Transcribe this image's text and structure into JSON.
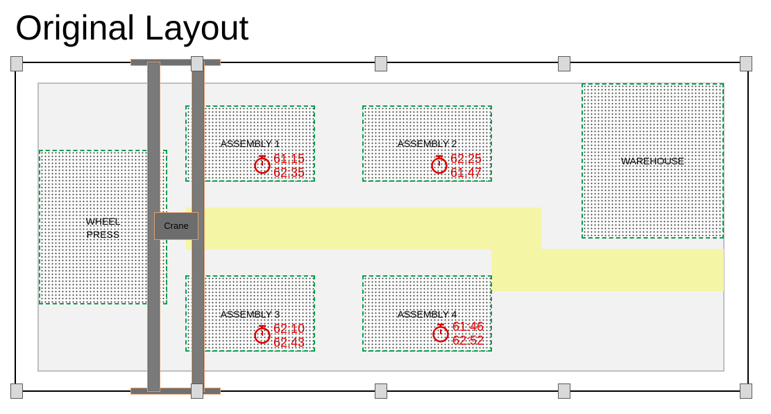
{
  "title": "Original Layout",
  "colors": {
    "zone_border": "#00a04a",
    "timer": "#e00000",
    "path": "#f5f5a6",
    "floor": "#f2f2f2",
    "rail": "#707070"
  },
  "zones": {
    "wheel_press": {
      "label": "WHEEL\nPRESS"
    },
    "warehouse": {
      "label": "WAREHOUSE"
    },
    "assembly_1": {
      "label": "ASSEMBLY 1",
      "time_1": "61:15",
      "time_2": "62:35"
    },
    "assembly_2": {
      "label": "ASSEMBLY 2",
      "time_1": "62:25",
      "time_2": "61:47"
    },
    "assembly_3": {
      "label": "ASSEMBLY 3",
      "time_1": "62:10",
      "time_2": "62:43"
    },
    "assembly_4": {
      "label": "ASSEMBLY 4",
      "time_1": "61:46",
      "time_2": "62:52"
    }
  },
  "crane": {
    "label": "Crane"
  },
  "icons": {
    "timer": "stopwatch-icon",
    "handle": "resize-handle-icon"
  }
}
